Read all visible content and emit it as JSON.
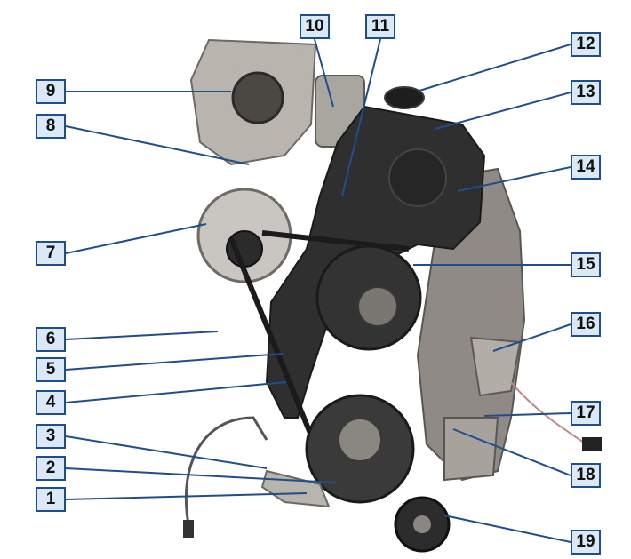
{
  "colors": {
    "leader_line": "#1f4e8c",
    "callout_border": "#1f4e8c",
    "callout_fill": "#dbe9f6",
    "engine_dark": "#2f2f2f",
    "engine_metal": "#9a9590",
    "background": "#ffffff"
  },
  "callouts": [
    {
      "label": "1"
    },
    {
      "label": "2"
    },
    {
      "label": "3"
    },
    {
      "label": "4"
    },
    {
      "label": "5"
    },
    {
      "label": "6"
    },
    {
      "label": "7"
    },
    {
      "label": "8"
    },
    {
      "label": "9"
    },
    {
      "label": "10"
    },
    {
      "label": "11"
    },
    {
      "label": "12"
    },
    {
      "label": "13"
    },
    {
      "label": "14"
    },
    {
      "label": "15"
    },
    {
      "label": "16"
    },
    {
      "label": "17"
    },
    {
      "label": "18"
    },
    {
      "label": "19"
    }
  ]
}
